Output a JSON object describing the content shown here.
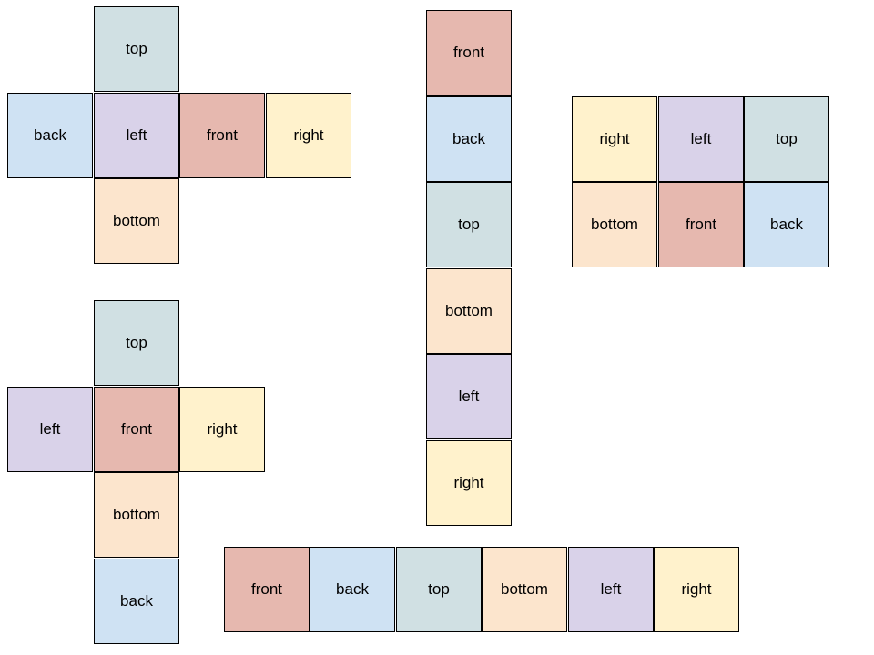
{
  "face_colors": {
    "top": "#d0e0e3",
    "back": "#cfe2f3",
    "left": "#d9d2e9",
    "front": "#e6b8af",
    "right": "#fff2cc",
    "bottom": "#fce5cd"
  },
  "nets": {
    "cross_a": {
      "top": "top",
      "back": "back",
      "left": "left",
      "front": "front",
      "right": "right",
      "bottom": "bottom"
    },
    "cross_b": {
      "top": "top",
      "left": "left",
      "front": "front",
      "right": "right",
      "bottom": "bottom",
      "back": "back"
    },
    "column": {
      "front": "front",
      "back": "back",
      "top": "top",
      "bottom": "bottom",
      "left": "left",
      "right": "right"
    },
    "grid": {
      "right": "right",
      "left": "left",
      "top": "top",
      "bottom": "bottom",
      "front": "front",
      "back": "back"
    },
    "row": {
      "front": "front",
      "back": "back",
      "top": "top",
      "bottom": "bottom",
      "left": "left",
      "right": "right"
    }
  }
}
